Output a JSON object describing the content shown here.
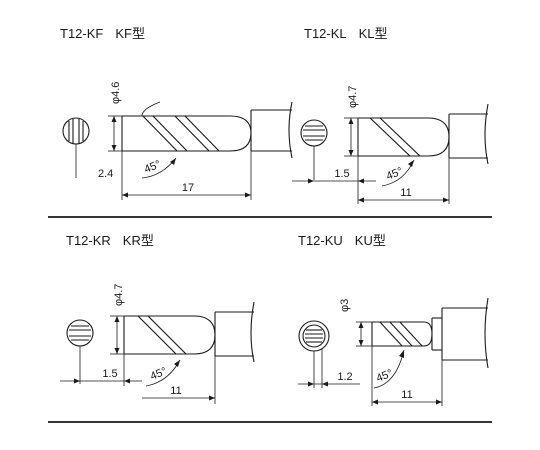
{
  "tips": [
    {
      "model": "T12-KF",
      "type": "KF型",
      "diameter": "φ4.6",
      "offset": "2.4",
      "angle": "45°",
      "length": "17"
    },
    {
      "model": "T12-KL",
      "type": "KL型",
      "diameter": "φ4.7",
      "offset": "1.5",
      "angle": "45°",
      "length": "11"
    },
    {
      "model": "T12-KR",
      "type": "KR型",
      "diameter": "φ4.7",
      "offset": "1.5",
      "angle": "45°",
      "length": "11"
    },
    {
      "model": "T12-KU",
      "type": "KU型",
      "diameter": "φ3",
      "offset": "1.2",
      "angle": "45°",
      "length": "11"
    }
  ]
}
